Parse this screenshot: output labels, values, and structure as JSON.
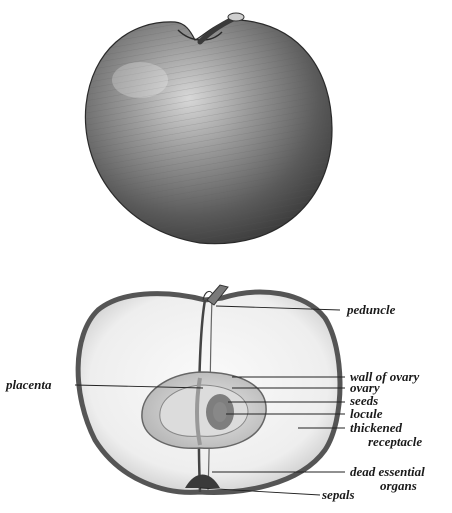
{
  "labels": {
    "peduncle": "peduncle",
    "wall_of_ovary": "wall of ovary",
    "ovary": "ovary",
    "seeds": "seeds",
    "locule": "locule",
    "thickened": "thickened",
    "receptacle": "receptacle",
    "dead_essential": "dead essential",
    "organs": "organs",
    "sepals": "sepals",
    "placenta": "placenta"
  }
}
